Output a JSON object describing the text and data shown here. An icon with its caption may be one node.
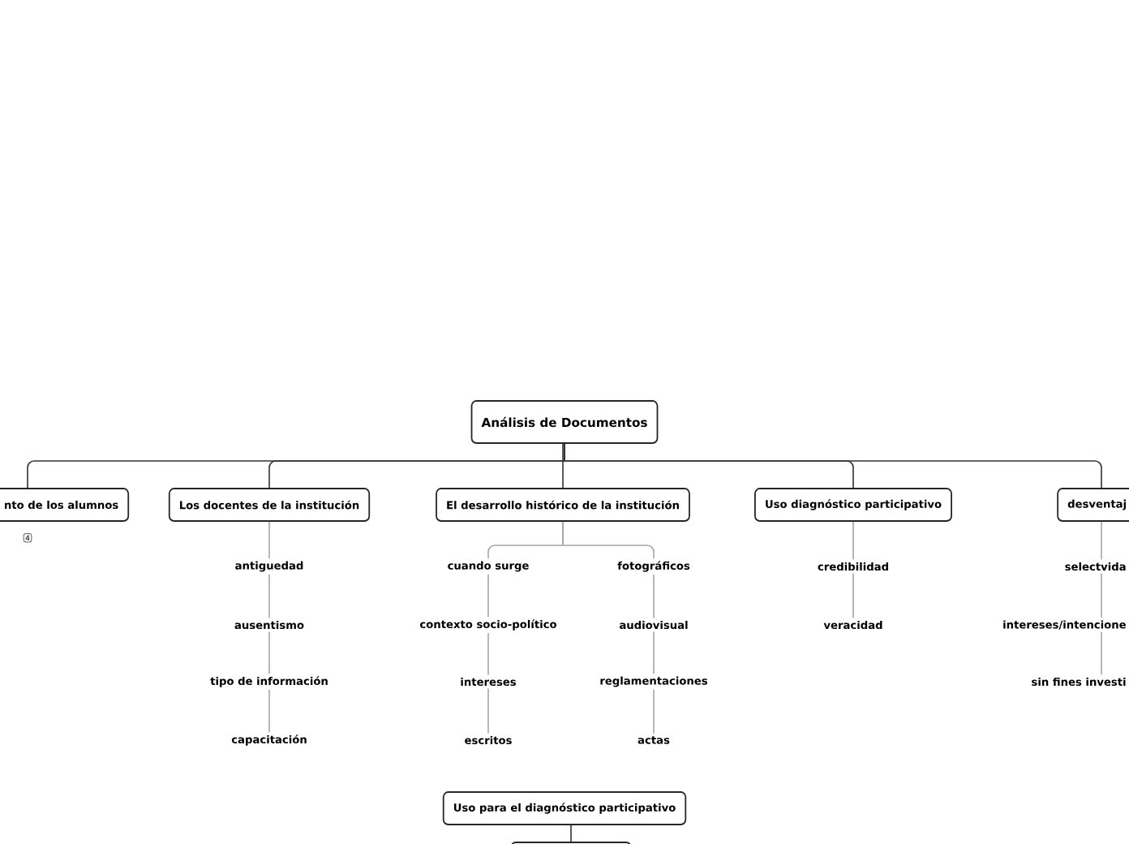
{
  "diagram": {
    "nodes": [
      {
        "text": [
          "Análisis de Documentos"
        ]
      },
      {
        "text": [
          "nto de los alumnos"
        ],
        "beside": [
          "4"
        ]
      },
      {
        "text": [
          "Los docentes de la institución"
        ]
      },
      {
        "text": [
          "El desarrollo histórico de la institución"
        ]
      },
      {
        "text": [
          "Uso diagnóstico participativo"
        ]
      },
      {
        "text": [
          "desventaj"
        ]
      },
      {
        "text": [
          "antiguedad"
        ]
      },
      {
        "text": [
          "ausentismo"
        ]
      },
      {
        "text": [
          "tipo de información"
        ]
      },
      {
        "text": [
          "capacitación"
        ]
      },
      {
        "text": [
          "cuando surge"
        ]
      },
      {
        "text": [
          "contexto socio-político"
        ]
      },
      {
        "text": [
          "intereses"
        ]
      },
      {
        "text": [
          "escritos"
        ]
      },
      {
        "text": [
          "fotográficos"
        ]
      },
      {
        "text": [
          "audiovisual"
        ]
      },
      {
        "text": [
          "reglamentaciones"
        ]
      },
      {
        "text": [
          "actas"
        ]
      },
      {
        "text": [
          "credibilidad"
        ]
      },
      {
        "text": [
          "veracidad"
        ]
      },
      {
        "text": [
          "selectvida"
        ]
      },
      {
        "text": [
          "intereses/intencione"
        ]
      },
      {
        "text": [
          "sin fines investi"
        ]
      },
      {
        "text": [
          "Uso para el diagnóstico participativo"
        ]
      },
      {
        "text": [],
        "shape": "box"
      }
    ],
    "edges": [
      {
        "from": 0,
        "to": 1,
        "arrow": "none",
        "color": "#333333"
      },
      {
        "from": 0,
        "to": 2,
        "arrow": "none",
        "color": "#333333"
      },
      {
        "from": 0,
        "to": 3,
        "arrow": "none",
        "color": "#333333"
      },
      {
        "from": 0,
        "to": 4,
        "arrow": "none",
        "color": "#333333"
      },
      {
        "from": 0,
        "to": 5,
        "arrow": "none",
        "color": "#333333"
      },
      {
        "from": 2,
        "to": 6,
        "arrow": "none"
      },
      {
        "from": 6,
        "to": 7,
        "arrow": "none"
      },
      {
        "from": 7,
        "to": 8,
        "arrow": "none"
      },
      {
        "from": 8,
        "to": 9,
        "arrow": "none"
      },
      {
        "from": 3,
        "to": 10,
        "arrow": "none"
      },
      {
        "from": 10,
        "to": 11,
        "arrow": "none"
      },
      {
        "from": 11,
        "to": 12,
        "arrow": "none"
      },
      {
        "from": 12,
        "to": 13,
        "arrow": "none"
      },
      {
        "from": 3,
        "to": 14,
        "arrow": "none"
      },
      {
        "from": 14,
        "to": 15,
        "arrow": "none"
      },
      {
        "from": 15,
        "to": 16,
        "arrow": "none"
      },
      {
        "from": 16,
        "to": 17,
        "arrow": "none"
      },
      {
        "from": 4,
        "to": 18,
        "arrow": "none"
      },
      {
        "from": 18,
        "to": 19,
        "arrow": "none"
      },
      {
        "from": 5,
        "to": 20,
        "arrow": "none"
      },
      {
        "from": 20,
        "to": 21,
        "arrow": "none"
      },
      {
        "from": 21,
        "to": 22,
        "arrow": "none"
      },
      {
        "from": 23,
        "to": 24,
        "arrow": "none",
        "color": "#333333"
      }
    ]
  }
}
